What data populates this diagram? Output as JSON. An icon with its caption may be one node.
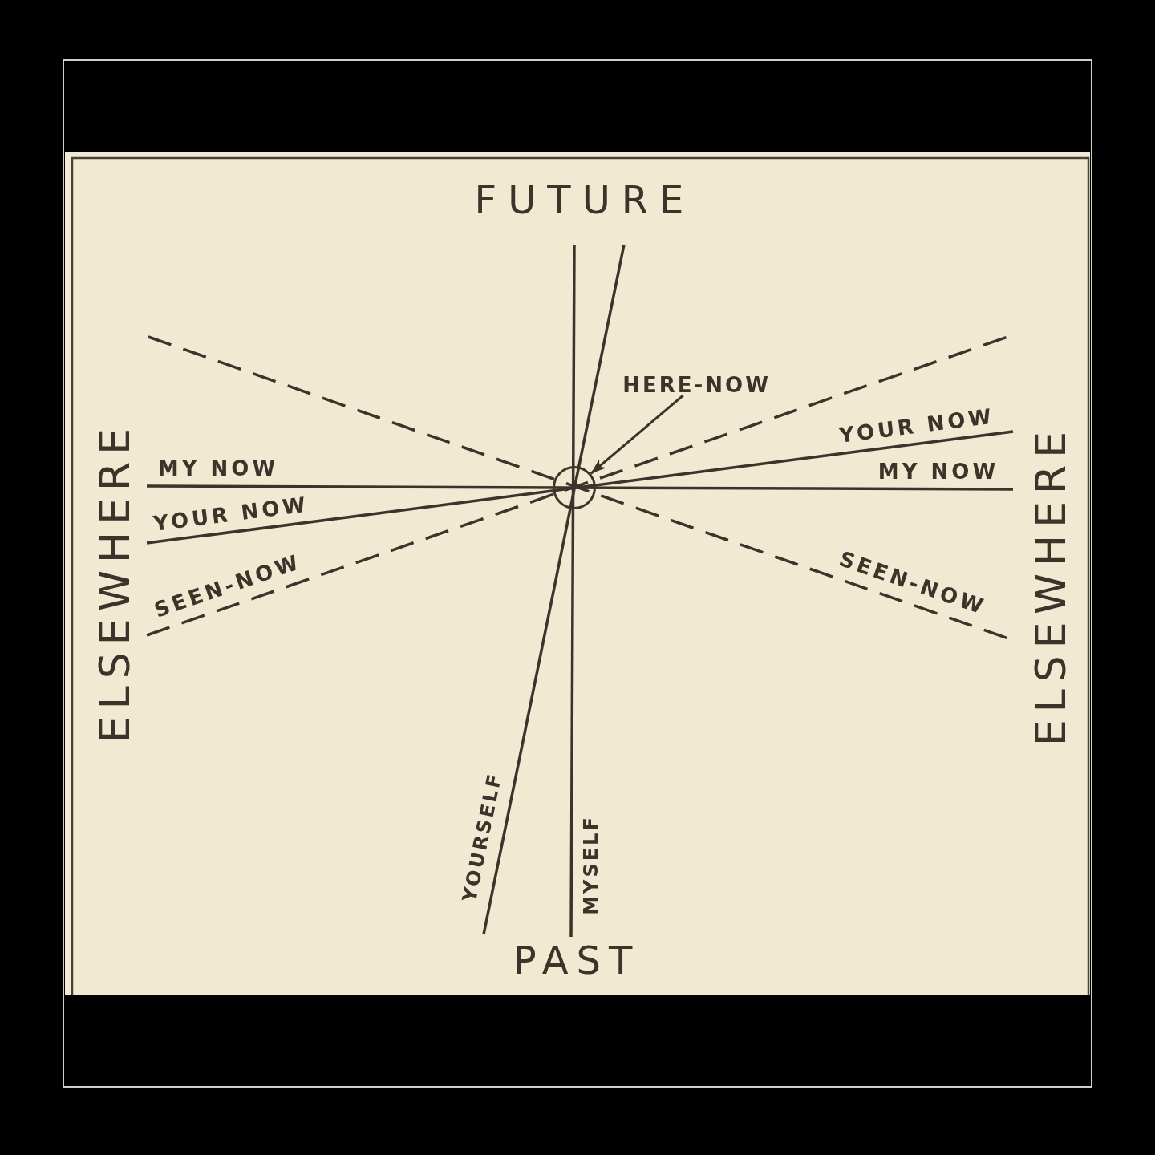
{
  "diagram": {
    "nodes": [
      {
        "text": [
          "HERE-NOW"
        ]
      },
      {
        "text": [],
        "shape": "circle"
      }
    ],
    "edges": [
      {
        "from": 0,
        "to": 1,
        "arrow": "to"
      }
    ],
    "labels": [
      "FUTURE",
      "ELSEWHERE",
      "MY NOW",
      "YOUR NOW",
      "SEEN-NOW",
      "YOUR NOW",
      "MY NOW",
      "SEEN-NOW",
      "ELSEWHERE",
      "YOURSELF",
      "MYSELF",
      "PAST"
    ]
  }
}
